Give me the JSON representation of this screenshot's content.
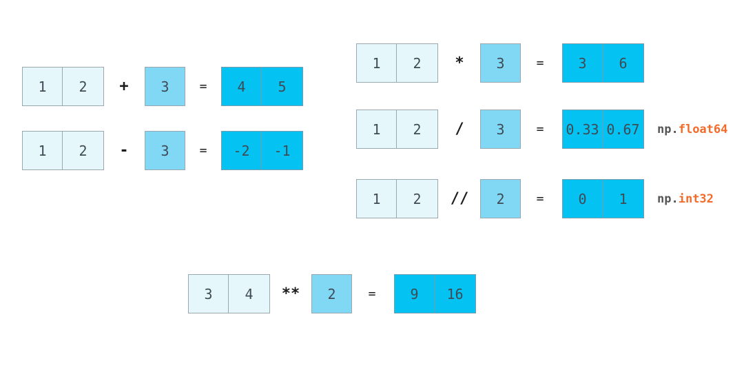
{
  "operations": [
    {
      "id": "add",
      "left": [
        "1",
        "2"
      ],
      "op": "+",
      "right": [
        "3"
      ],
      "eq": "=",
      "result": [
        "4",
        "5"
      ]
    },
    {
      "id": "subtract",
      "left": [
        "1",
        "2"
      ],
      "op": "-",
      "right": [
        "3"
      ],
      "eq": "=",
      "result": [
        "-2",
        "-1"
      ]
    },
    {
      "id": "multiply",
      "left": [
        "1",
        "2"
      ],
      "op": "*",
      "right": [
        "3"
      ],
      "eq": "=",
      "result": [
        "3",
        "6"
      ]
    },
    {
      "id": "divide",
      "left": [
        "1",
        "2"
      ],
      "op": "/",
      "right": [
        "3"
      ],
      "eq": "=",
      "result": [
        "0.33",
        "0.67"
      ],
      "dtype_prefix": "np.",
      "dtype_name": "float64"
    },
    {
      "id": "floor-divide",
      "left": [
        "1",
        "2"
      ],
      "op": "//",
      "right": [
        "2"
      ],
      "eq": "=",
      "result": [
        "0",
        "1"
      ],
      "dtype_prefix": "np.",
      "dtype_name": "int32"
    },
    {
      "id": "power",
      "left": [
        "3",
        "4"
      ],
      "op": "**",
      "right": [
        "2"
      ],
      "eq": "=",
      "result": [
        "9",
        "16"
      ]
    }
  ],
  "colors": {
    "operand_fill": "#e6f7fc",
    "scalar_fill": "#80d8f5",
    "result_fill": "#04c2f2",
    "dtype_accent": "#f26b2a"
  }
}
